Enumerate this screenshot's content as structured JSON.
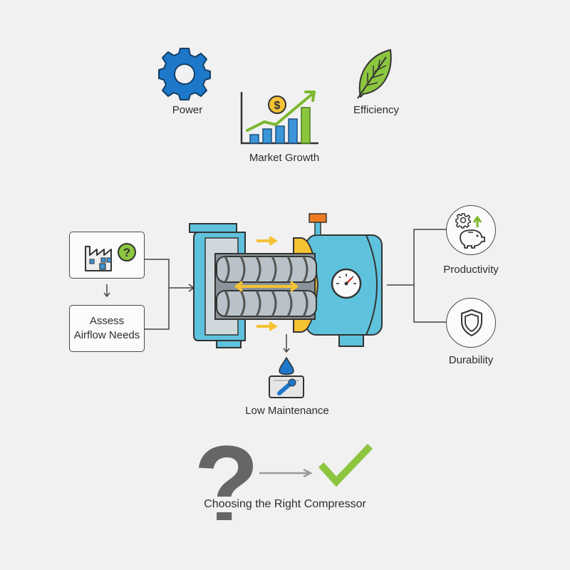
{
  "top": {
    "power_label": "Power",
    "market_growth_label": "Market Growth",
    "efficiency_label": "Efficiency",
    "dollar_symbol": "$"
  },
  "left": {
    "assess_line1": "Assess",
    "assess_line2": "Airflow Needs",
    "question_symbol": "?"
  },
  "right": {
    "productivity_label": "Productivity",
    "durability_label": "Durability"
  },
  "center": {
    "maintenance_label": "Low Maintenance"
  },
  "bottom": {
    "caption": "Choosing the Right Compressor",
    "question_symbol": "?"
  },
  "colors": {
    "gear_blue": "#1d78c9",
    "leaf_green": "#8cc63f",
    "body_blue": "#5fc2dc",
    "accent_yellow": "#f5c233",
    "valve_orange": "#f07b22",
    "check_green": "#8cc63f",
    "question_gray": "#666666"
  }
}
